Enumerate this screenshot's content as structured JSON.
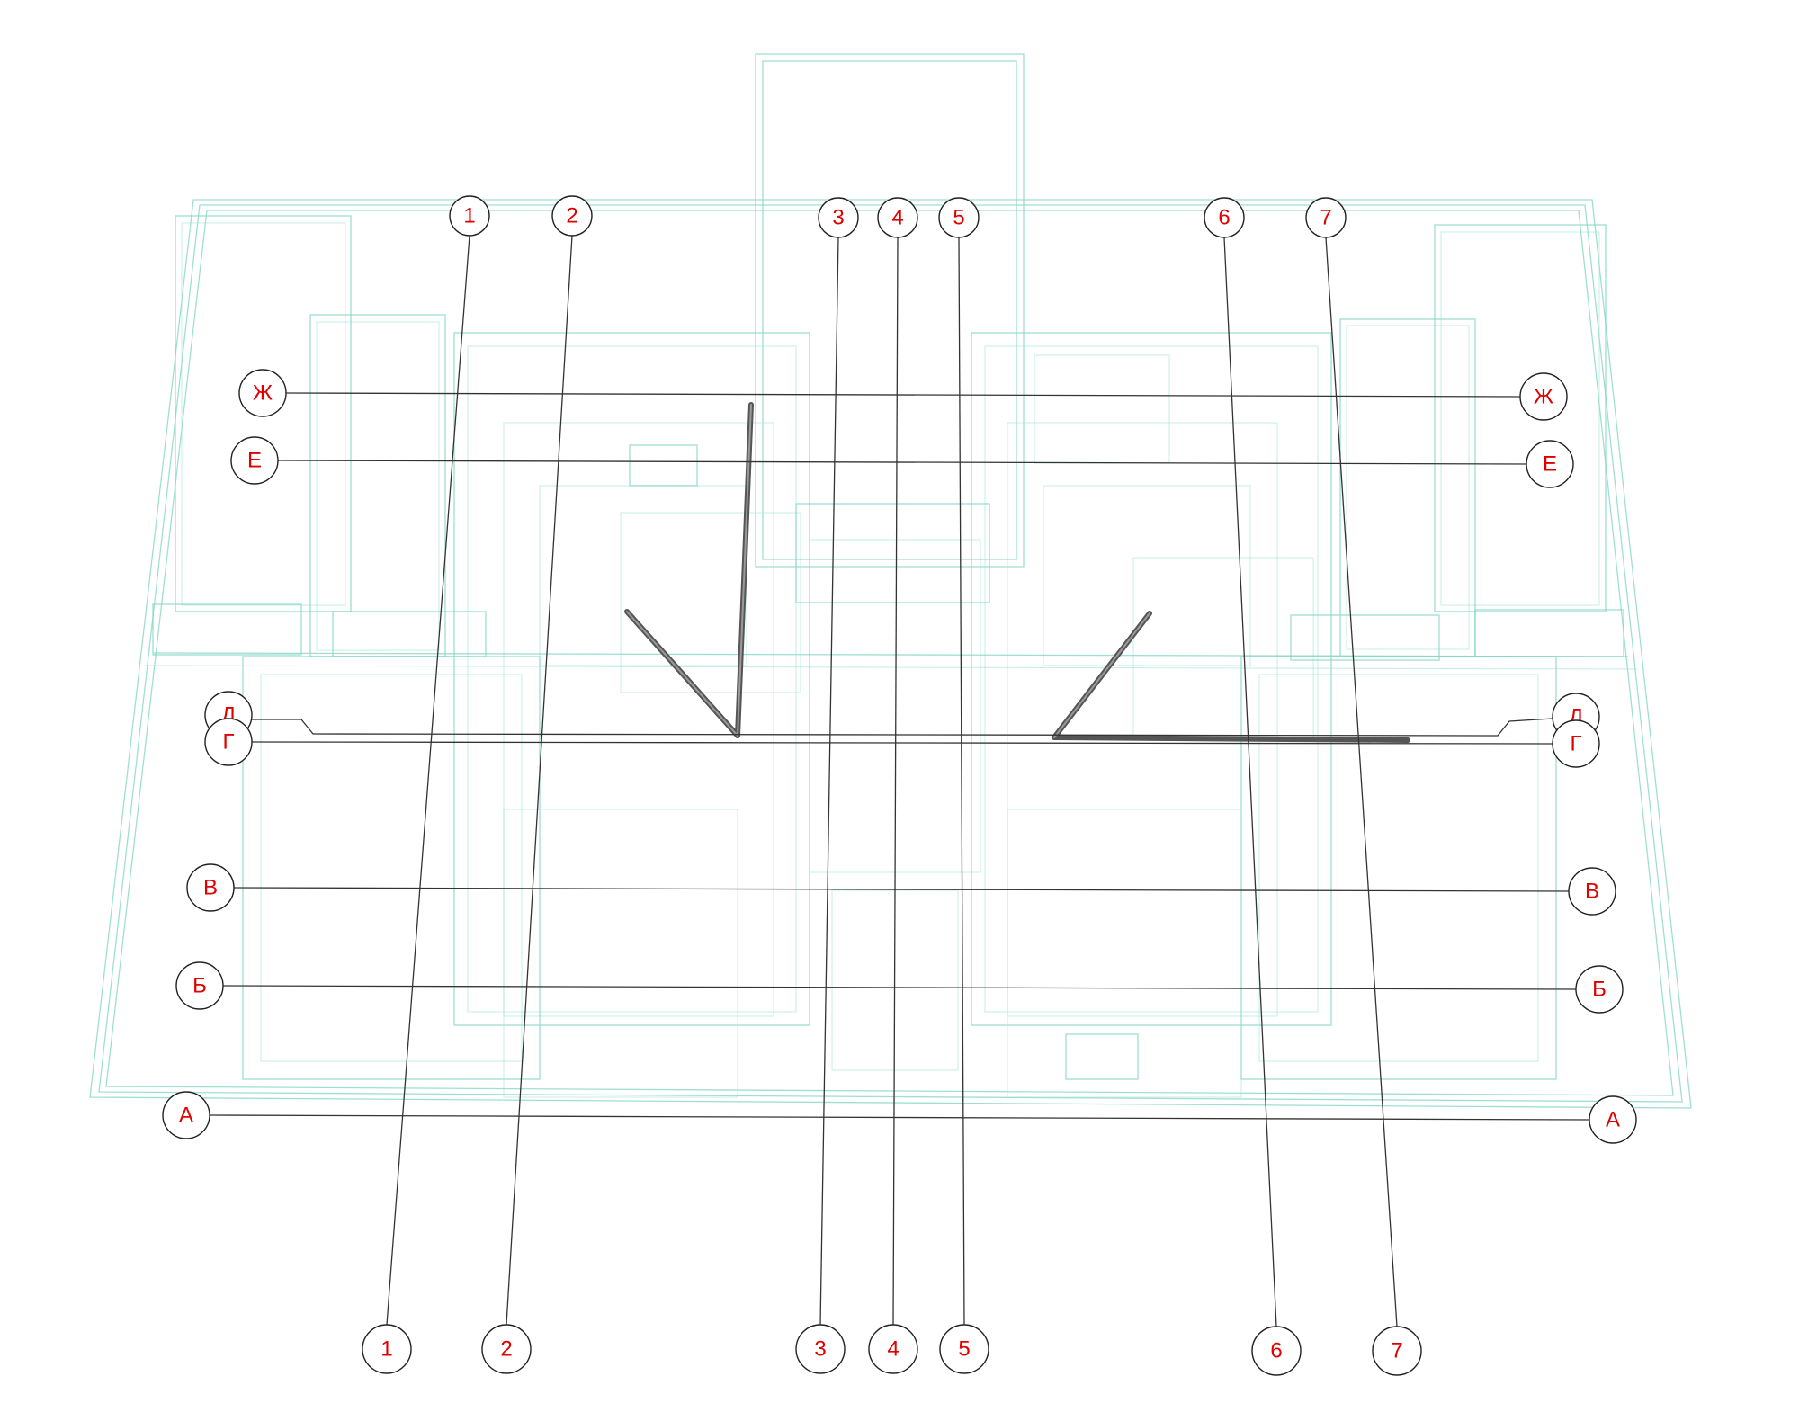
{
  "colors": {
    "wireframe": "#7fd4c2",
    "axis_line": "#333333",
    "label_text": "#e00000",
    "pipe": "#555555"
  },
  "vertical_axes": {
    "top_labels": [
      "1",
      "2",
      "3",
      "4",
      "5",
      "6",
      "7"
    ],
    "bottom_labels": [
      "1",
      "2",
      "3",
      "4",
      "5",
      "6",
      "7"
    ]
  },
  "horizontal_axes": {
    "left_labels": [
      "Ж",
      "Е",
      "Д",
      "Г",
      "В",
      "Б",
      "А"
    ],
    "right_labels": [
      "Ж",
      "Е",
      "Д",
      "Г",
      "В",
      "Б",
      "А"
    ]
  }
}
